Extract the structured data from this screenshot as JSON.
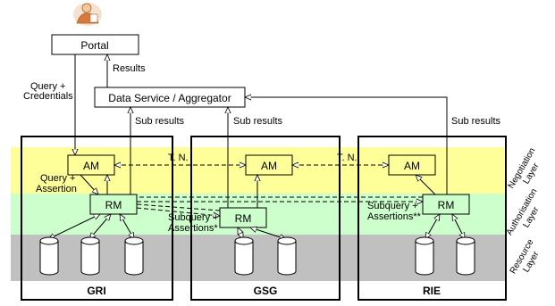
{
  "portal": {
    "label": "Portal"
  },
  "data_service": {
    "label": "Data Service / Aggregator"
  },
  "edge_labels": {
    "results": "Results",
    "query_credentials_line1": "Query +",
    "query_credentials_line2": "Credentials",
    "sub_results": "Sub results",
    "tn": "T. N.",
    "query_assertion_line1": "Query +",
    "query_assertion_line2": "Assertion",
    "subquery_gsg_line1": "Subquery +",
    "subquery_gsg_line2": "Assertions*",
    "subquery_rie_line1": "Subquery +",
    "subquery_rie_line2": "Assertions**"
  },
  "modules": {
    "am": "AM",
    "rm": "RM"
  },
  "sites": [
    {
      "label": "GRI"
    },
    {
      "label": "GSG"
    },
    {
      "label": "RIE"
    }
  ],
  "layers": [
    {
      "line1": "Negotiation",
      "line2": "Layer",
      "color": "#ffff99"
    },
    {
      "line1": "Authorisation",
      "line2": "Layer",
      "color": "#ccffcc"
    },
    {
      "line1": "Resource",
      "line2": "Layer",
      "color": "#c0c0c0"
    }
  ],
  "colors": {
    "user_skin": "#f2c79b",
    "user_clothes": "#d9793a"
  }
}
